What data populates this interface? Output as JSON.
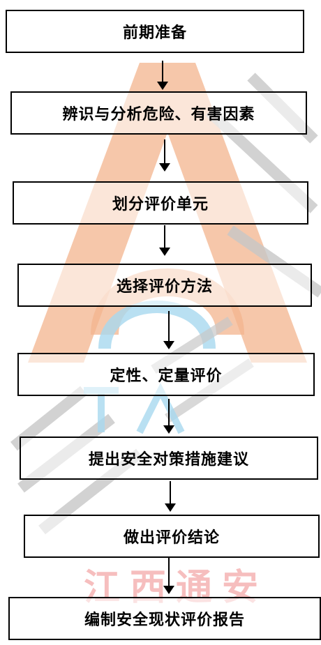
{
  "flowchart": {
    "steps": [
      "前期准备",
      "辨识与分析危险、有害因素",
      "划分评价单元",
      "选择评价方法",
      "定性、定量评价",
      "提出安全对策措施建议",
      "做出评价结论",
      "编制安全现状评价报告"
    ]
  },
  "watermark": {
    "logo_text": "A",
    "bottom_text": "江西通安",
    "colors": {
      "orange": "#f2a274",
      "blue": "#9fd3ec",
      "gray": "#b9b9b9",
      "red": "#e66060"
    }
  }
}
